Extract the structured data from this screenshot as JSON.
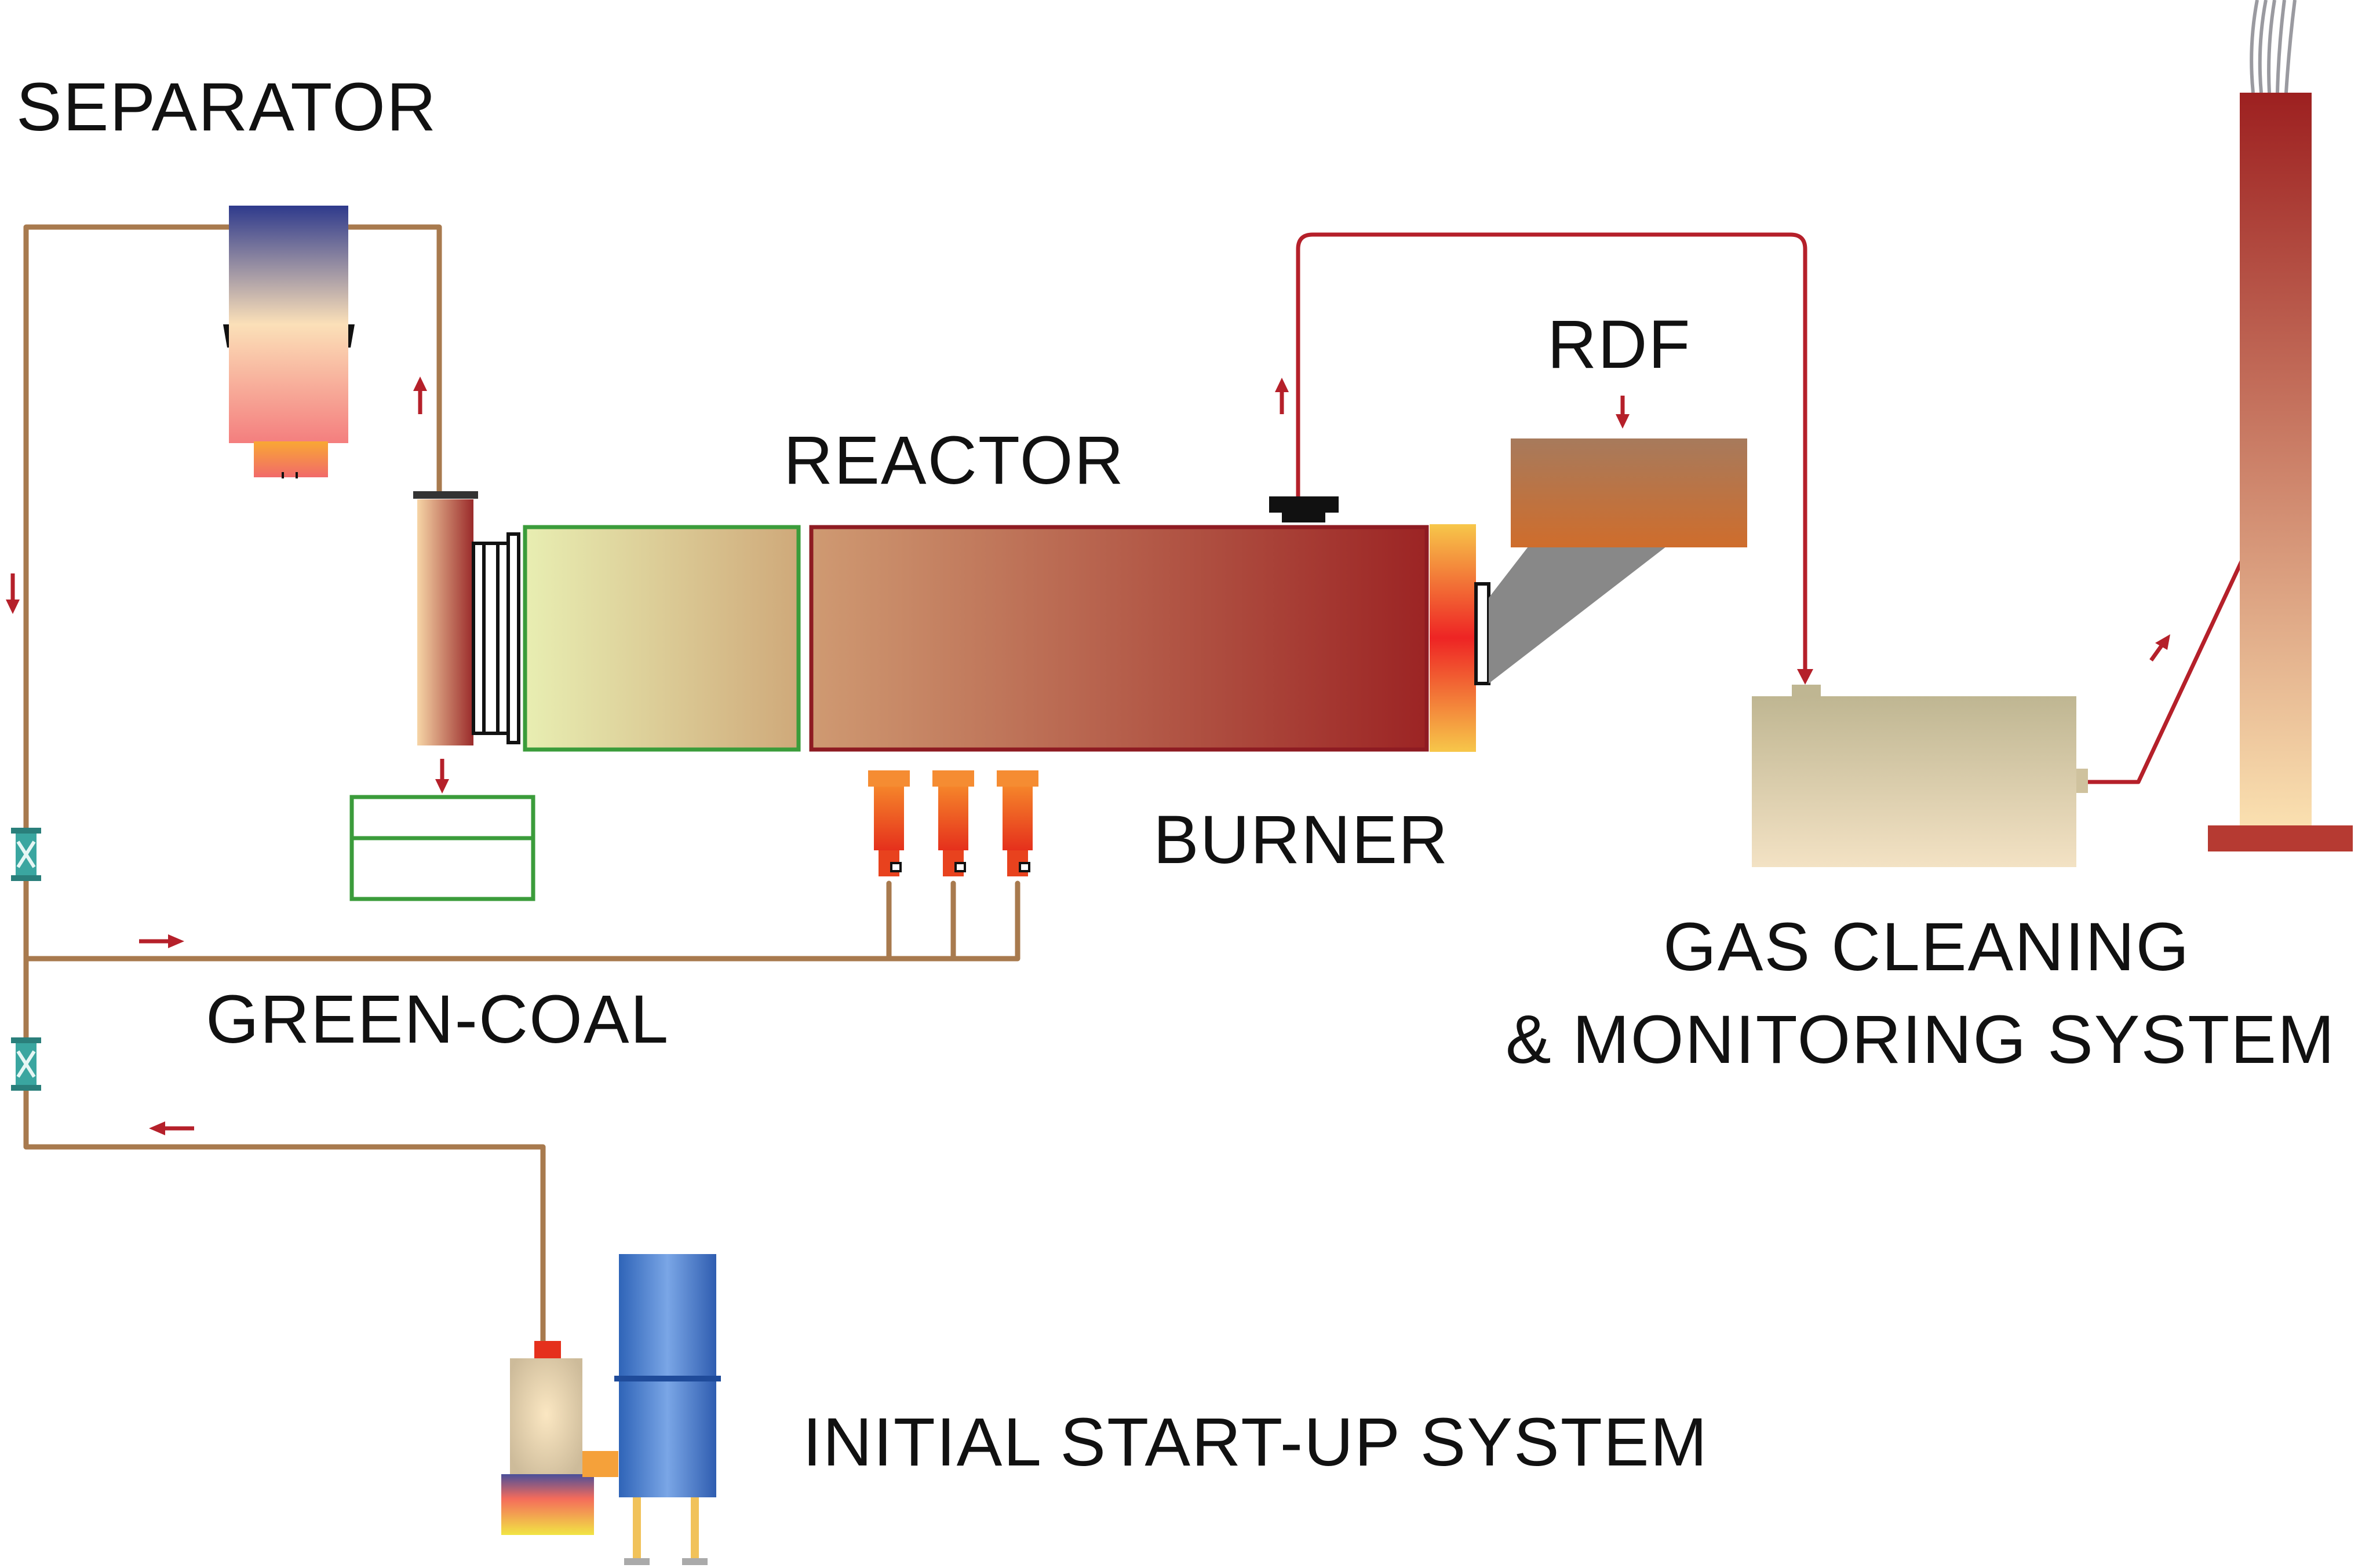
{
  "labels": {
    "separator": "SEPARATOR",
    "rdf": "RDF",
    "reactor": "REACTOR",
    "burner": "BURNER",
    "gas_cleaning_line1": "GAS CLEANING",
    "gas_cleaning_line2": "& MONITORING SYSTEM",
    "green_coal": "GREEN-COAL",
    "initial_startup": "INITIAL START-UP SYSTEM"
  },
  "colors": {
    "pipe": "#a87a4e",
    "flow_arrow": "#b5202a",
    "green_outline": "#3b9c3b",
    "reactor_outline": "#8e1b22",
    "valve": "#3aa6a0"
  }
}
